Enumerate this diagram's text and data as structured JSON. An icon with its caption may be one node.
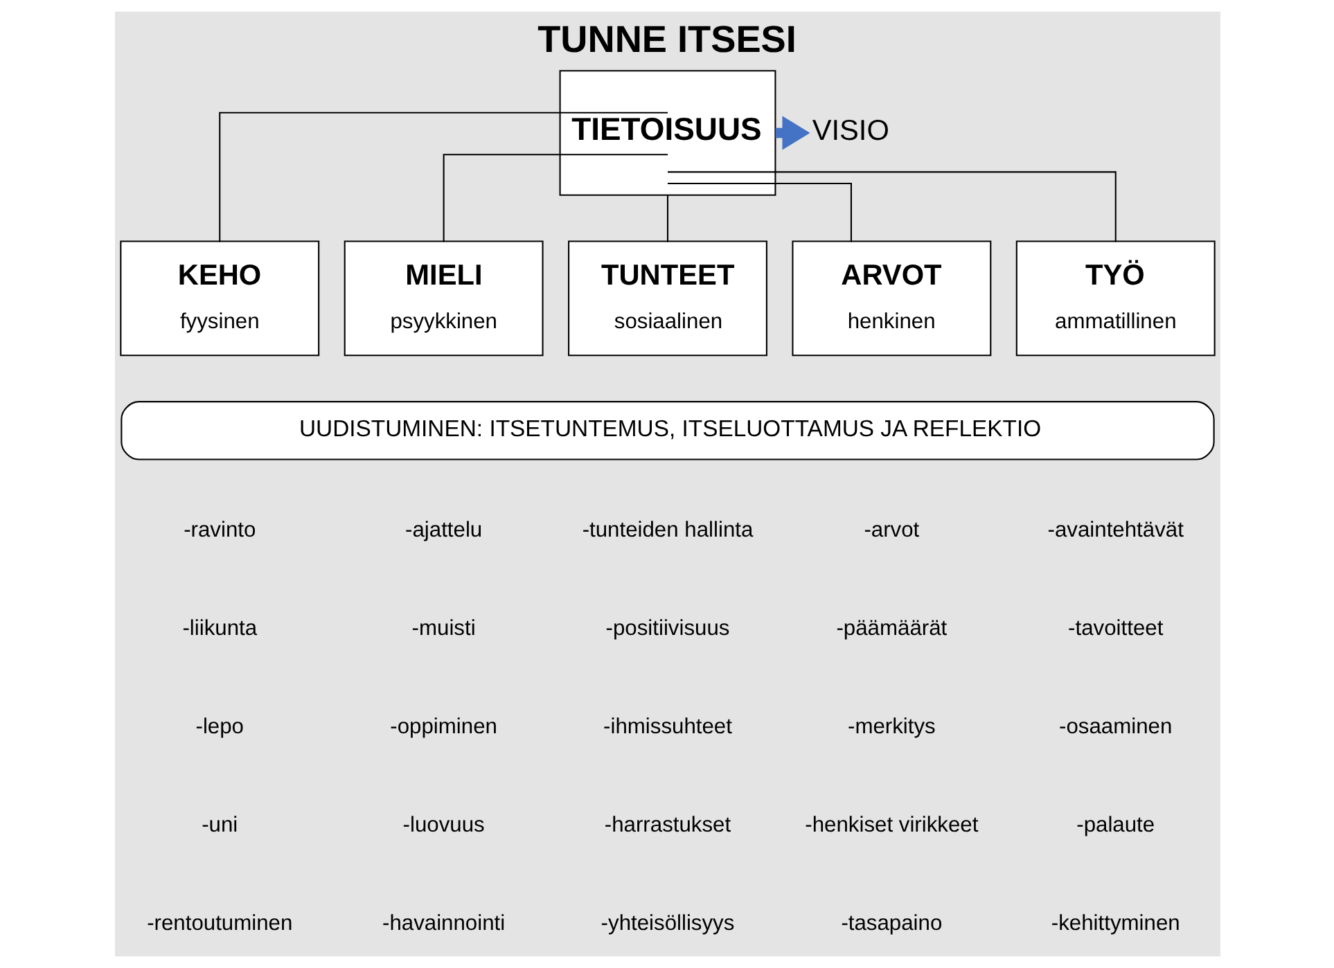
{
  "diagram": {
    "title": "TUNNE ITSESI",
    "nodes": [
      {
        "text": [
          "TIETOISUUS"
        ]
      },
      {
        "text": [
          "VISIO"
        ]
      },
      {
        "text": [
          "KEHO",
          "fyysinen"
        ]
      },
      {
        "text": [
          "MIELI",
          "psyykkinen"
        ]
      },
      {
        "text": [
          "TUNTEET",
          "sosiaalinen"
        ]
      },
      {
        "text": [
          "ARVOT",
          "henkinen"
        ]
      },
      {
        "text": [
          "TYÖ",
          "ammatillinen"
        ]
      },
      {
        "text": [
          "UUDISTUMINEN: ITSETUNTEMUS, ITSELUOTTAMUS JA REFLEKTIO"
        ]
      }
    ],
    "edges": [
      {
        "from": 0,
        "to": 1,
        "arrow": "to",
        "style": "thick",
        "color": "#4472c4"
      },
      {
        "from": 0,
        "to": 2,
        "arrow": "none"
      },
      {
        "from": 0,
        "to": 3,
        "arrow": "none"
      },
      {
        "from": 0,
        "to": 4,
        "arrow": "none"
      },
      {
        "from": 0,
        "to": 5,
        "arrow": "none"
      },
      {
        "from": 0,
        "to": 6,
        "arrow": "none"
      }
    ],
    "labels": [
      "-ravinto",
      "-ajattelu",
      "-tunteiden hallinta",
      "-arvot",
      "-avaintehtävät",
      "-liikunta",
      "-muisti",
      "-positiivisuus",
      "-päämäärät",
      "-tavoitteet",
      "-lepo",
      "-oppiminen",
      "-ihmissuhteet",
      "-merkitys",
      "-osaaminen",
      "-uni",
      "-luovuus",
      "-harrastukset",
      "-henkiset virikkeet",
      "-palaute",
      "-rentoutuminen",
      "-havainnointi",
      "-yhteisöllisyys",
      "-tasapaino",
      "-kehittyminen"
    ]
  }
}
